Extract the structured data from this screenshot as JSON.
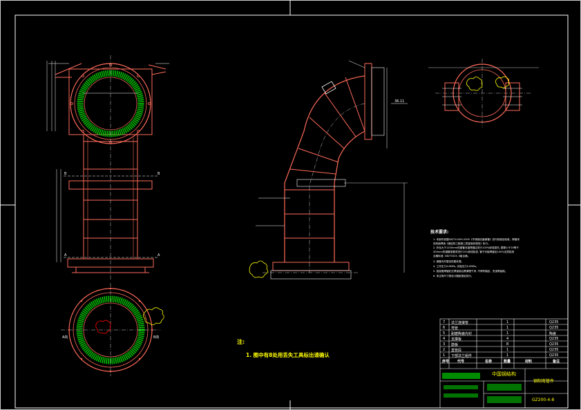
{
  "colors": {
    "background": "#000000",
    "frame": "#ffffff",
    "pipe": "#ff6b5b",
    "lining": "#00c800",
    "note": "#ffff00",
    "cloud": "#ffff00",
    "dimension": "#ffffff",
    "table_green": "#00ff00"
  },
  "drawing": {
    "notes": {
      "title": "注:",
      "line1": "1. 图中有8处用丢失工具标出请确认"
    },
    "tech_requirements": {
      "title": "技术要求:",
      "lines": [
        "1. 本部件依据GB/T12459-2005《不锈钢无缝钢管》进行制造及验收。焊缝采",
        "   用双面焊接《钢结构工程施工质量验收规范》执行。",
        "2. 外径大于1200mm的钢管对接焊缝应进行100%射线探伤, 壁厚小于20等于",
        "   300mm的钢管按要求进行10%射线检查, 管子对接焊缝应100%无损检测",
        "   合格标准: GB/T3323, II级合格。",
        "3. 钢管内外壁涂防腐处理。",
        "4. 工作压力0.6MPa, 试验压力0.9MPa。",
        "5. 各接管焊缝处在焊接前后需清理干净, 不得有裂纹、夹渣等缺陷。",
        "6. 未注明尺寸按设计图纸规定执行。"
      ]
    },
    "title_block": {
      "project": "中国钢结构",
      "drawing_name": "钢制弯管件",
      "drawing_no": "GZ200-4-8",
      "header_cols": [
        "序号",
        "代号",
        "名称",
        "数量",
        "材料",
        "备注"
      ],
      "parts": [
        {
          "no": "7",
          "name": "法兰连接管",
          "qty": "1",
          "material": "Q235"
        },
        {
          "no": "6",
          "name": "弯管",
          "qty": "1",
          "material": "Q235"
        },
        {
          "no": "5",
          "name": "耐磨陶瓷内衬",
          "qty": "1",
          "material": "陶瓷"
        },
        {
          "no": "4",
          "name": "支撑板",
          "qty": "4",
          "material": "Q235"
        },
        {
          "no": "3",
          "name": "筋板",
          "qty": "8",
          "material": "Q235"
        },
        {
          "no": "2",
          "name": "直管段",
          "qty": "1",
          "material": "Q235"
        },
        {
          "no": "1",
          "name": "下部法兰组件",
          "qty": "1",
          "material": "Q235"
        }
      ]
    },
    "dimension_labels": {
      "elev": "36.11",
      "sec_b": "B",
      "sec_a": "A",
      "view_a": "A向",
      "view_b": "B向"
    }
  }
}
